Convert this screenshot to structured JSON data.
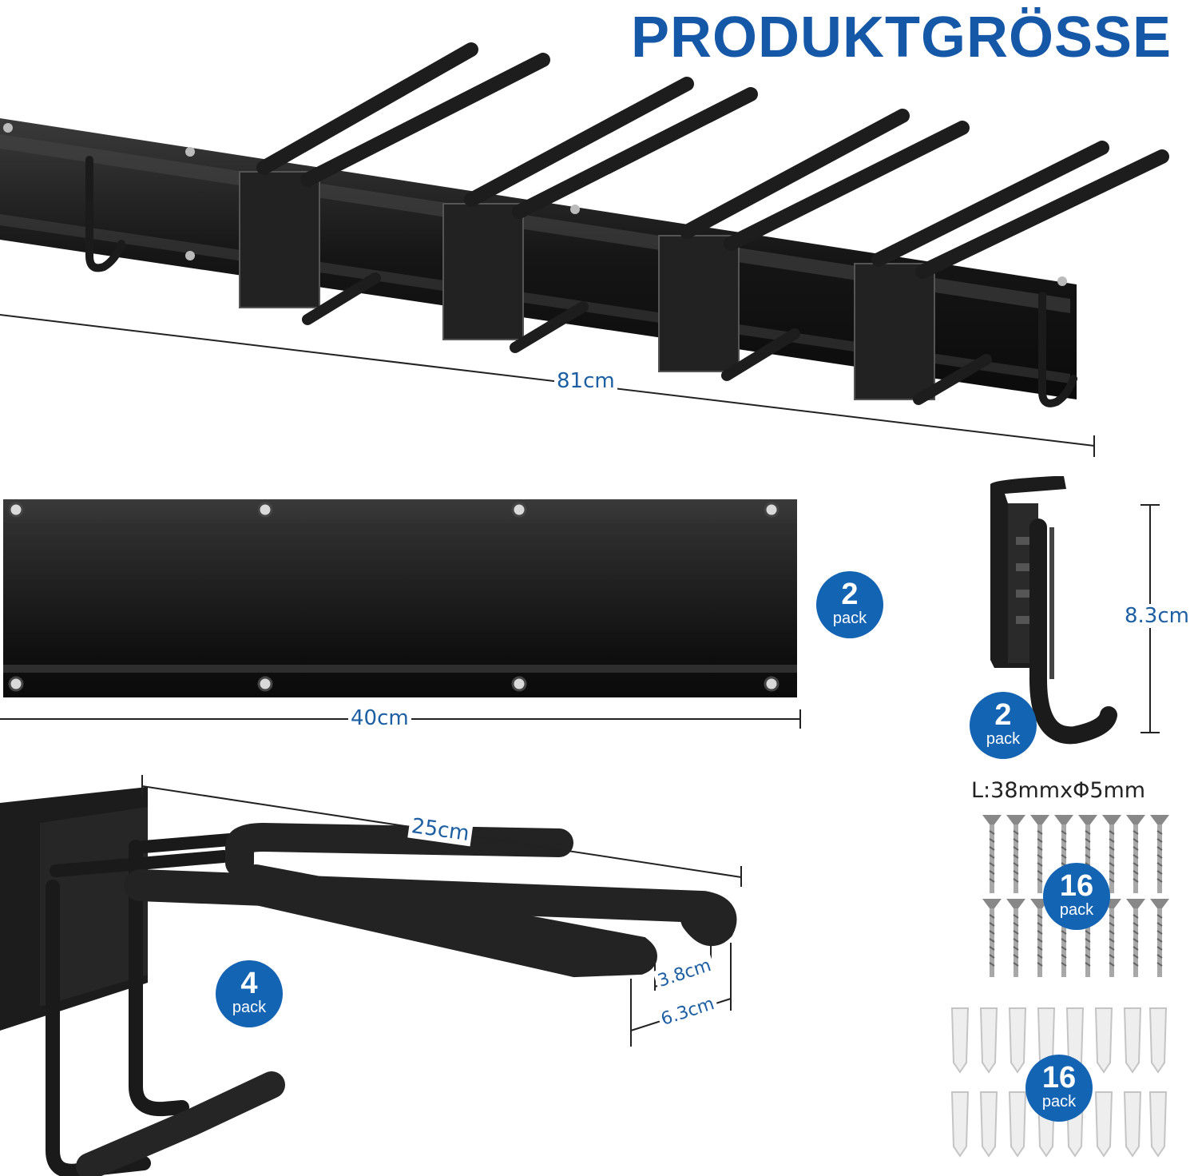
{
  "title": "PRODUKTGRÖSSE",
  "colors": {
    "title": "#1558a8",
    "dimension_text": "#1d5fa3",
    "badge": "#1464b4",
    "metal": "#1c1c1c",
    "foam": "#222222",
    "line": "#222222"
  },
  "dimensions": {
    "full_rail_length": "81cm",
    "single_rail_length": "40cm",
    "small_hook_height": "8.3cm",
    "long_hook_length": "25cm",
    "hook_gap_inner": "3.8cm",
    "hook_gap_outer": "6.3cm"
  },
  "badges": {
    "rails": {
      "count": "2",
      "unit": "pack"
    },
    "small_hooks": {
      "count": "2",
      "unit": "pack"
    },
    "long_hooks": {
      "count": "4",
      "unit": "pack"
    },
    "screws": {
      "count": "16",
      "unit": "pack"
    },
    "anchors": {
      "count": "16",
      "unit": "pack"
    }
  },
  "screw_spec": "L:38mmxΦ5mm",
  "icons": [
    "rail-with-hooks",
    "rail",
    "small-hook",
    "long-double-hook",
    "screw-icon",
    "wall-anchor-icon"
  ]
}
